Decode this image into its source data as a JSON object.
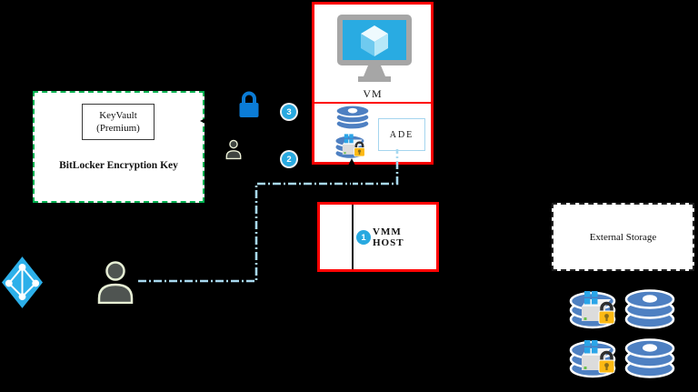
{
  "diagram": {
    "title_semantic": "Azure Disk Encryption with KeyVault and VMM Host",
    "vm_box": {
      "label": "VM",
      "ade_label": "ADE"
    },
    "keyvault_box": {
      "title_line1": "KeyVault",
      "title_line2": "(Premium)",
      "subtitle": "BitLocker Encryption Key"
    },
    "vmm_box": {
      "label": "VMM HOST"
    },
    "external_storage_box": {
      "label": "External Storage"
    },
    "badges": {
      "step1": "1",
      "step2": "2",
      "step3": "3"
    },
    "icons": [
      "vm-monitor-cube-icon",
      "disk-stack-icon",
      "encrypted-disk-icon",
      "lock-icon",
      "person-small-icon",
      "person-icon",
      "azure-ad-icon"
    ],
    "colors": {
      "background": "#000000",
      "box_border_red": "#fe0000",
      "keyvault_border_green": "#00b050",
      "accent_blue": "#29abe2",
      "badge_blue": "#29a9e0",
      "lock_blue": "#0b7cd6",
      "disk_blue": "#4e80c2",
      "padlock_gold": "#fdb913",
      "connector_dashed_blue": "#a8d9f0"
    }
  }
}
